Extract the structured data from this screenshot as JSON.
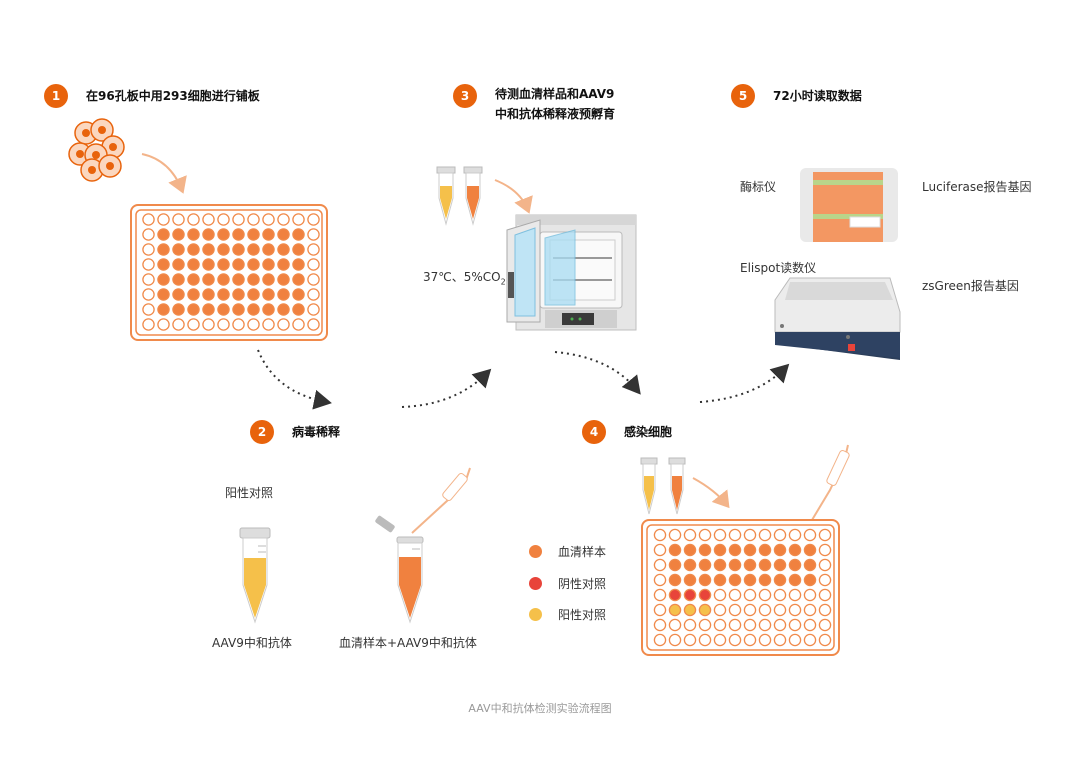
{
  "colors": {
    "accent": "#e8630c",
    "cell_fill": "#f0813f",
    "plate_orange": "#f08a4b",
    "positive_yellow": "#f5c04a",
    "negative_red": "#e8443a",
    "arrow_light": "#f3b48a",
    "arrow_dark": "#333333"
  },
  "steps": [
    {
      "num": "1",
      "title": "在96孔板中用293细胞进行铺板"
    },
    {
      "num": "2",
      "title": "病毒稀释"
    },
    {
      "num": "3",
      "title_line1": "待测血清样品和AAV9",
      "title_line2": "中和抗体稀释液预孵育"
    },
    {
      "num": "4",
      "title": "感染细胞"
    },
    {
      "num": "5",
      "title": "72小时读取数据"
    }
  ],
  "labels": {
    "positive_control": "阳性对照",
    "tube_aav9": "AAV9中和抗体",
    "tube_mix": "血清样本+AAV9中和抗体",
    "incubator_condition_main": "37℃、5%CO",
    "incubator_condition_sub": "2",
    "plate_reader": "酶标仪",
    "luciferase": "Luciferase报告基因",
    "elispot": "Elispot读数仪",
    "zsgreen": "zsGreen报告基因"
  },
  "legend": [
    {
      "label": "血清样本",
      "color": "#f0813f"
    },
    {
      "label": "阴性对照",
      "color": "#e8443a"
    },
    {
      "label": "阳性对照",
      "color": "#f5c04a"
    }
  ],
  "caption": "AAV中和抗体检测实验流程图"
}
